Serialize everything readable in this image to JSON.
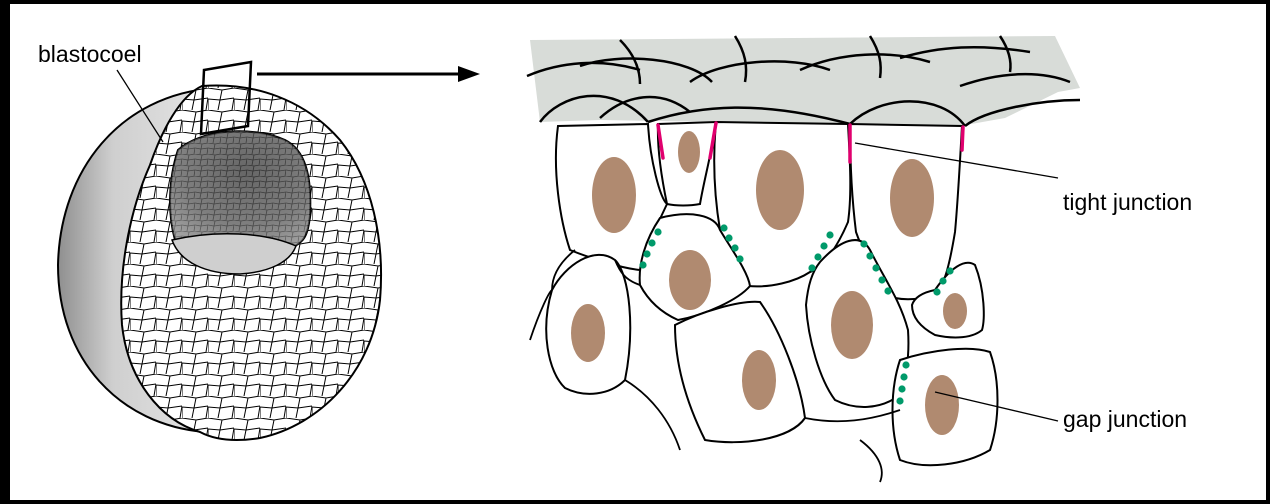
{
  "figure": {
    "labels": {
      "blastocoel": "blastocoel",
      "tight_junction": "tight junction",
      "gap_junction": "gap junction"
    },
    "colors": {
      "surface": "#d8dcd8",
      "nucleus": "#b08a70",
      "tight_junction": "#e0006e",
      "gap_junction": "#009a6a",
      "sphere_shell": "#c4c4c4",
      "cavity": "#5e5e5e",
      "outline": "#000000"
    }
  }
}
